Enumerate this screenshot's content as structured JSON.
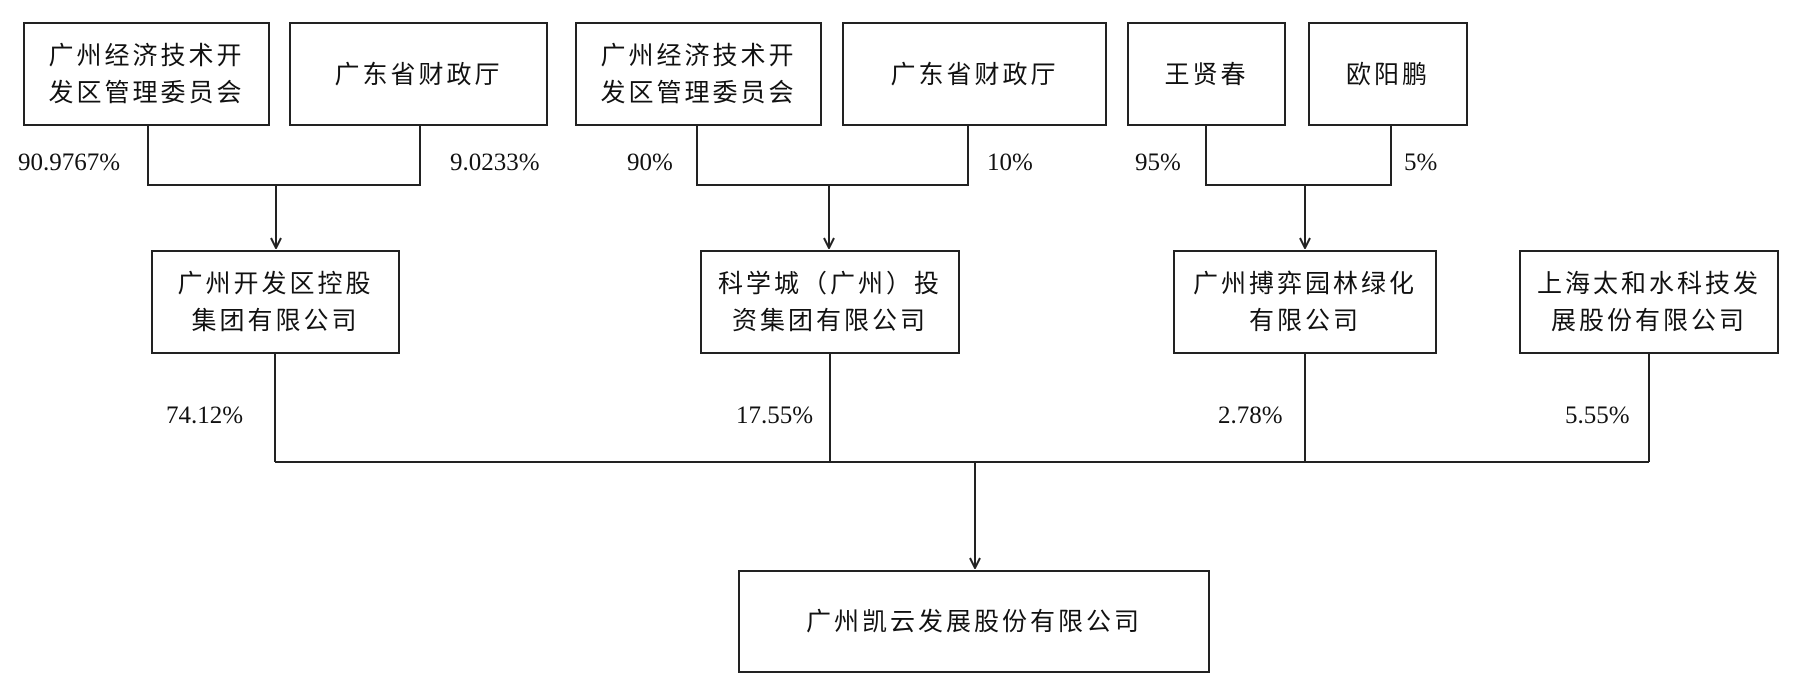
{
  "top_row": {
    "a": {
      "left": "广州经济技术开",
      "right_line": "发区管理委员会"
    },
    "b": "广东省财政厅",
    "c": {
      "left": "广州经济技术开",
      "right_line": "发区管理委员会"
    },
    "d": "广东省财政厅",
    "e": "王贤春",
    "f": "欧阳鹏"
  },
  "top_pcts": {
    "a": "90.9767%",
    "b": "9.0233%",
    "c": "90%",
    "d": "10%",
    "e": "95%",
    "f": "5%"
  },
  "mid_row": {
    "holding": {
      "line1": "广州开发区控股",
      "line2": "集团有限公司"
    },
    "science": {
      "line1": "科学城（广州）投",
      "line2": "资集团有限公司"
    },
    "bo": {
      "line1": "广州搏弈园林绿化",
      "line2": "有限公司"
    },
    "taihe": {
      "line1": "上海太和水科技发",
      "line2": "展股份有限公司"
    }
  },
  "mid_pcts": {
    "holding": "74.12%",
    "science": "17.55%",
    "bo": "2.78%",
    "taihe": "5.55%"
  },
  "target": "广州凯云发展股份有限公司"
}
